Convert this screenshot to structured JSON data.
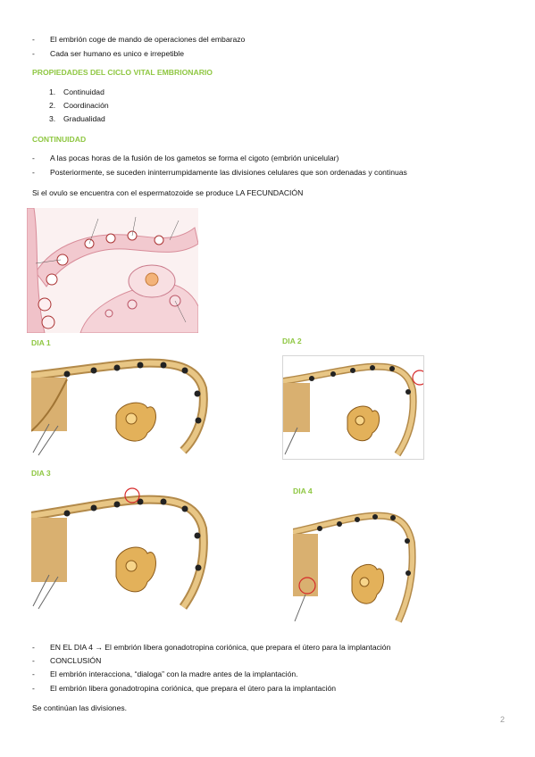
{
  "top_bullets": [
    "El embrión coge de mando de operaciones del embarazo",
    "Cada ser humano es unico e irrepetible"
  ],
  "heading_properties": "PROPIEDADES DEL CICLO VITAL EMBRIONARIO",
  "properties": [
    {
      "n": "1.",
      "label": "Continuidad"
    },
    {
      "n": "2.",
      "label": "Coordinación"
    },
    {
      "n": "3.",
      "label": "Gradualidad"
    }
  ],
  "heading_continuity": "CONTINUIDAD",
  "continuity_bullets": [
    "A las pocas horas de la fusión de los gametos se forma el cigoto (embrión unicelular)",
    "Posteriormente, se suceden ininterrumpidamente las divisiones celulares que son ordenadas y continuas"
  ],
  "fecundacion_text": "Si el ovulo se encuentra con el espermatozoide se produce LA FECUNDACIÓN",
  "day_labels": {
    "d1": "DIA 1",
    "d2": "DIA 2",
    "d3": "DIA 3",
    "d4": "DIA 4"
  },
  "final_bullets": [
    "EN EL DIA 4 → El embrión libera gonadotropina coriónica, que prepara el útero para la implantación",
    "CONCLUSIÓN",
    "El embrión interacciona, “dialoga” con la madre antes de la implantación.",
    "El embrión libera gonadotropina coriónica, que prepara el útero para la implantación"
  ],
  "closing_text": "Se continúan las divisiones.",
  "page_number": "2",
  "colors": {
    "heading_green": "#8fc742",
    "tube": "#b38a4a",
    "tissue": "#f2c9cf",
    "highlight": "#d62a2a"
  }
}
